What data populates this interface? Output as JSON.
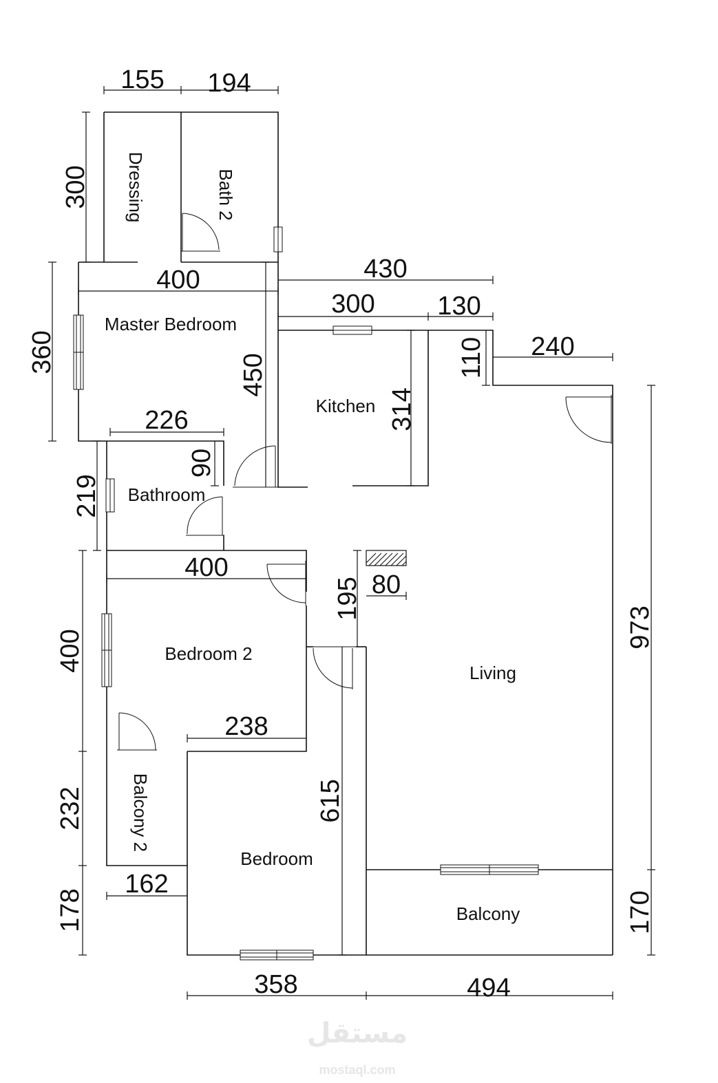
{
  "rooms": {
    "dressing": "Dressing",
    "bath2": "Bath 2",
    "master_bedroom": "Master Bedroom",
    "kitchen": "Kitchen",
    "bathroom": "Bathroom",
    "bedroom2": "Bedroom 2",
    "living": "Living",
    "balcony2": "Balcony 2",
    "bedroom": "Bedroom",
    "balcony": "Balcony"
  },
  "dimensions": {
    "dressing_width": "155",
    "bath2_width": "194",
    "dressing_height": "300",
    "master_height": "360",
    "master_width": "400",
    "top_right_run": "430",
    "kitchen_width": "300",
    "notch_width": "130",
    "notch_height": "110",
    "entry_step": "240",
    "corridor_height": "450",
    "kitchen_height": "314",
    "bathroom_width": "226",
    "bathroom_wall": "90",
    "bathroom_height": "219",
    "bedroom2_width": "400",
    "bedroom2_height": "400",
    "column_size": "80",
    "hall_height": "195",
    "living_height": "973",
    "bedroom2_lower": "238",
    "bedroom_height": "615",
    "balcony2_height": "232",
    "balcony2_width": "162",
    "bottom_left": "178",
    "balcony_height": "170",
    "bedroom_width": "358",
    "living_width": "494"
  },
  "watermark": {
    "arabic": "مستقل",
    "url": "mostaql.com"
  }
}
